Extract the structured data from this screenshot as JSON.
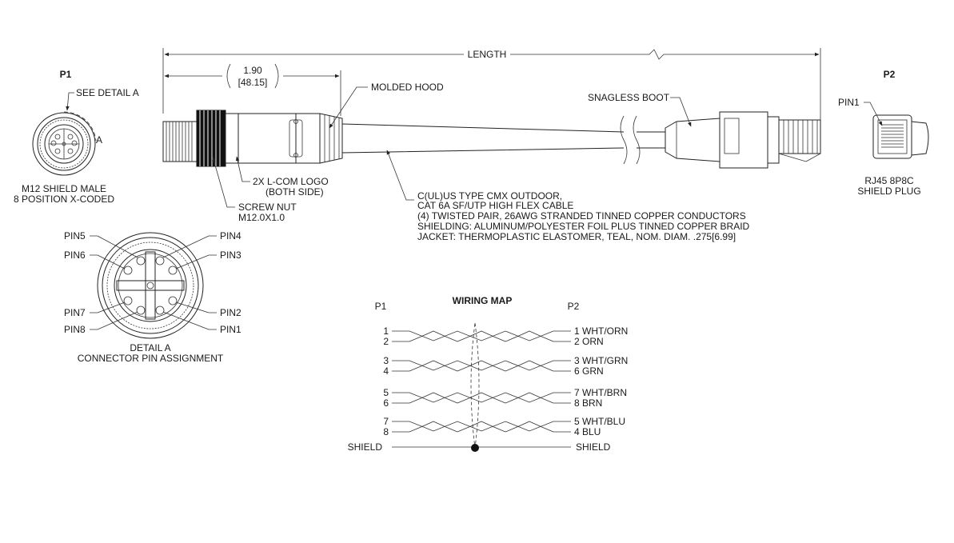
{
  "connector_p1": {
    "title": "P1",
    "see_detail": "SEE DETAIL A",
    "marker": "A",
    "desc_line1": "M12 SHIELD MALE",
    "desc_line2": "8 POSITION X-CODED"
  },
  "connector_p2": {
    "title": "P2",
    "pin_label": "PIN1",
    "desc_line1": "RJ45 8P8C",
    "desc_line2": "SHIELD PLUG"
  },
  "dimensions": {
    "length": "LENGTH",
    "hood_in": "1.90",
    "hood_mm": "[48.15]"
  },
  "callouts": {
    "molded_hood": "MOLDED HOOD",
    "snagless_boot": "SNAGLESS BOOT",
    "logo_line1": "2X L-COM LOGO",
    "logo_line2": "(BOTH SIDE)",
    "nut_line1": "SCREW NUT",
    "nut_line2": "M12.0X1.0"
  },
  "cable_spec": [
    "C(UL)US TYPE CMX OUTDOOR,",
    "CAT 6A SF/UTP HIGH FLEX CABLE",
    "(4) TWISTED PAIR, 26AWG STRANDED TINNED COPPER CONDUCTORS",
    "SHIELDING: ALUMINUM/POLYESTER FOIL PLUS TINNED COPPER BRAID",
    "JACKET: THERMOPLASTIC ELASTOMER, TEAL, NOM. DIAM. .275[6.99]"
  ],
  "detail_a": {
    "pins": [
      "PIN1",
      "PIN2",
      "PIN3",
      "PIN4",
      "PIN5",
      "PIN6",
      "PIN7",
      "PIN8"
    ],
    "caption_line1": "DETAIL A",
    "caption_line2": "CONNECTOR PIN ASSIGNMENT"
  },
  "wiring_map": {
    "title": "WIRING MAP",
    "left_header": "P1",
    "right_header": "P2",
    "pairs": [
      {
        "left": [
          "1",
          "2"
        ],
        "right": [
          "1 WHT/ORN",
          "2 ORN"
        ]
      },
      {
        "left": [
          "3",
          "4"
        ],
        "right": [
          "3 WHT/GRN",
          "6 GRN"
        ]
      },
      {
        "left": [
          "5",
          "6"
        ],
        "right": [
          "7 WHT/BRN",
          "8 BRN"
        ]
      },
      {
        "left": [
          "7",
          "8"
        ],
        "right": [
          "5 WHT/BLU",
          "4 BLU"
        ]
      }
    ],
    "shield_left": "SHIELD",
    "shield_right": "SHIELD"
  }
}
